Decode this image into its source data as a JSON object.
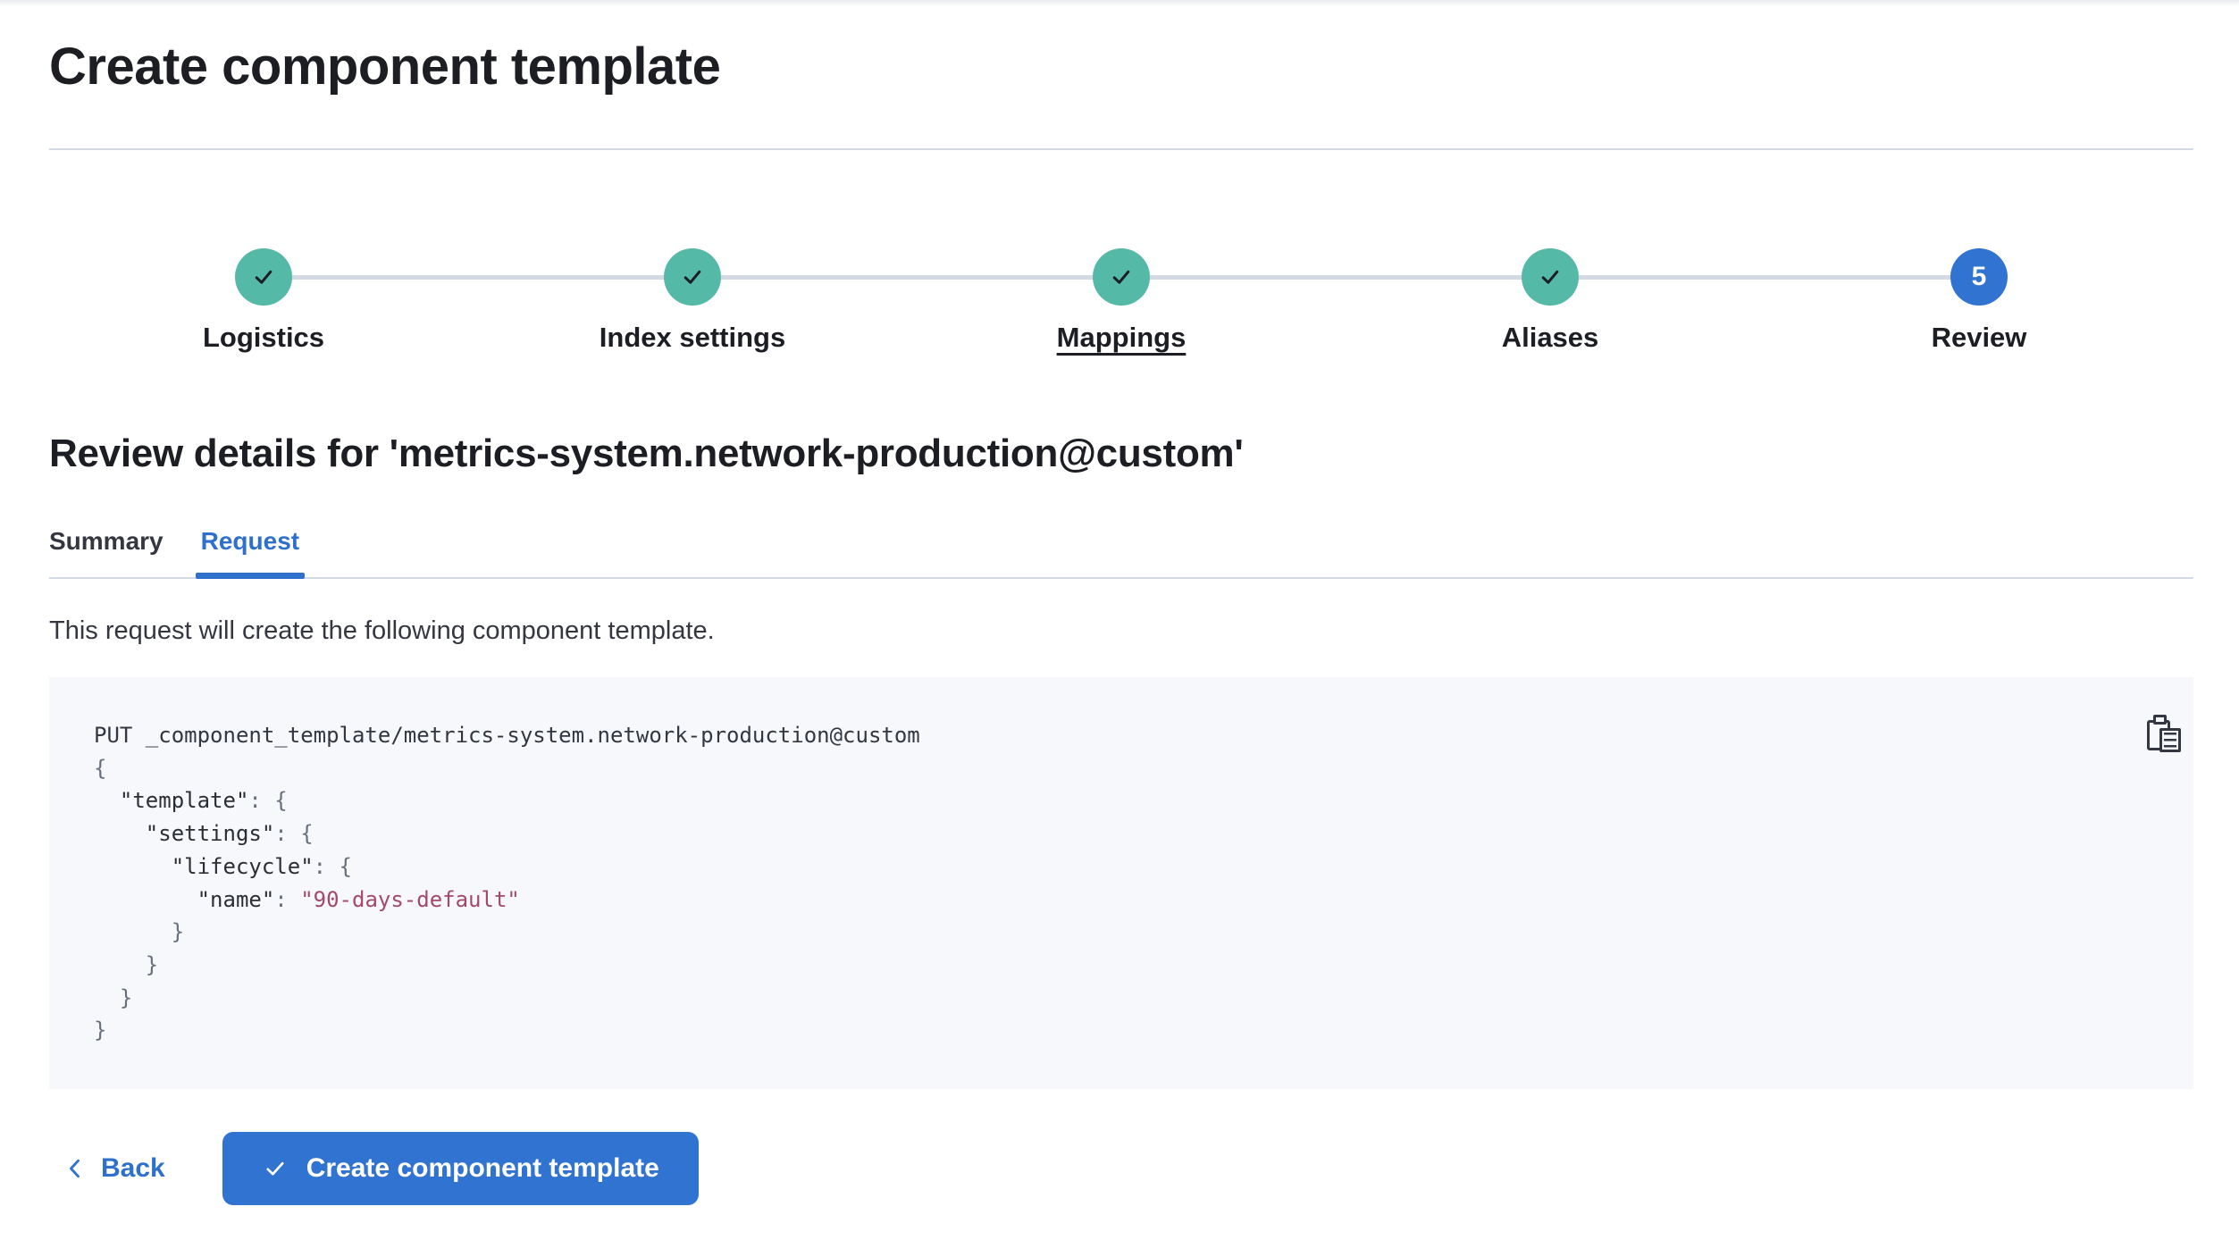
{
  "page": {
    "title": "Create component template"
  },
  "steps": {
    "items": [
      {
        "label": "Logistics",
        "status": "complete",
        "icon": "check-icon"
      },
      {
        "label": "Index settings",
        "status": "complete",
        "icon": "check-icon"
      },
      {
        "label": "Mappings",
        "status": "complete",
        "icon": "check-icon",
        "underlined": true
      },
      {
        "label": "Aliases",
        "status": "complete",
        "icon": "check-icon"
      },
      {
        "label": "Review",
        "status": "current",
        "number": "5"
      }
    ]
  },
  "review": {
    "heading": "Review details for 'metrics-system.network-production@custom'",
    "tabs": [
      {
        "label": "Summary",
        "active": false
      },
      {
        "label": "Request",
        "active": true
      }
    ],
    "description": "This request will create the following component template."
  },
  "request_preview": {
    "copy_icon": "copy-clipboard-icon",
    "lines": [
      {
        "segments": [
          [
            "plain",
            "PUT _component_template/metrics-system.network-production@custom"
          ]
        ]
      },
      {
        "segments": [
          [
            "punct",
            "{"
          ]
        ]
      },
      {
        "segments": [
          [
            "plain",
            "  "
          ],
          [
            "key",
            "\"template\""
          ],
          [
            "punct",
            ": {"
          ]
        ]
      },
      {
        "segments": [
          [
            "plain",
            "    "
          ],
          [
            "key",
            "\"settings\""
          ],
          [
            "punct",
            ": {"
          ]
        ]
      },
      {
        "segments": [
          [
            "plain",
            "      "
          ],
          [
            "key",
            "\"lifecycle\""
          ],
          [
            "punct",
            ": {"
          ]
        ]
      },
      {
        "segments": [
          [
            "plain",
            "        "
          ],
          [
            "key",
            "\"name\""
          ],
          [
            "punct",
            ": "
          ],
          [
            "str",
            "\"90-days-default\""
          ]
        ]
      },
      {
        "segments": [
          [
            "punct",
            "      }"
          ]
        ]
      },
      {
        "segments": [
          [
            "punct",
            "    }"
          ]
        ]
      },
      {
        "segments": [
          [
            "punct",
            "  }"
          ]
        ]
      },
      {
        "segments": [
          [
            "punct",
            "}"
          ]
        ]
      }
    ]
  },
  "footer": {
    "back_label": "Back",
    "submit_label": "Create component template"
  },
  "colors": {
    "success_teal": "#54b9a7",
    "primary_blue": "#3173d1",
    "link_blue": "#2f70cd",
    "divider": "#d3dae6",
    "code_background": "#f6f8fb",
    "code_string": "#a34a68",
    "heading_text": "#1c1e24",
    "body_text": "#343741"
  }
}
